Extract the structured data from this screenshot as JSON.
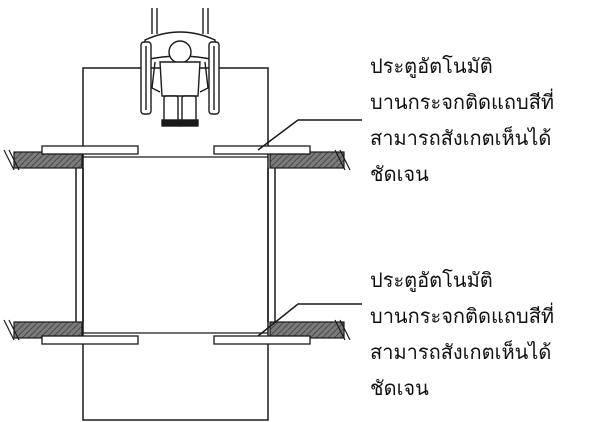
{
  "callouts": [
    {
      "lines": [
        "ประตูอัตโนมัติ",
        "บานกระจกติดแถบสีที่",
        "สามารถสังเกตเห็นได้",
        "ชัดเจน"
      ]
    },
    {
      "lines": [
        "ประตูอัตโนมัติ",
        "บานกระจกติดแถบสีที่",
        "สามารถสังเกตเห็นได้",
        "ชัดเจน"
      ]
    }
  ],
  "icons": [
    "wheelchair-user-icon"
  ],
  "colors": {
    "line": "#1a1a1a",
    "wall_fill": "#7a7a7a",
    "background": "#ffffff"
  }
}
